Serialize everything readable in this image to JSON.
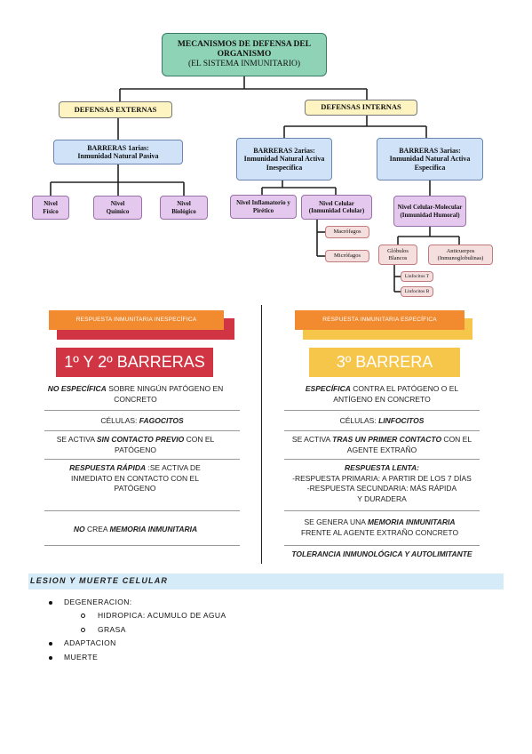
{
  "concept_map": {
    "title_line1": "MECANISMOS DE DEFENSA DEL",
    "title_line2": "ORGANISMO",
    "title_line3": "(EL SISTEMA INMUNITARIO)",
    "external": "DEFENSAS EXTERNAS",
    "internal": "DEFENSAS INTERNAS",
    "barrier1_title": "BARRERAS 1arias:",
    "barrier1_sub": "Inmunidad Natural Pasiva",
    "barrier2_title": "BARRERAS 2arias:",
    "barrier2_sub": "Inmunidad Natural Activa Inespecífica",
    "barrier3_title": "BARRERAS 3arias:",
    "barrier3_sub": "Inmunidad Natural Activa Específica",
    "level_physical": "Nivel Físico",
    "level_chemical": "Nivel Químico",
    "level_biological": "Nivel Biológico",
    "level_inflammatory": "Nivel Inflamatorio y Pirético",
    "level_cellular": "Nivel Celular (Inmunidad Celular)",
    "level_cell_molecular": "Nivel Celular-Molecular (Inmunidad Humoral)",
    "macrophages": "Macrófagos",
    "microphages": "Micrófagos",
    "white_cells": "Glóbulos Blancos",
    "antibodies": "Anticuerpos (Inmunoglobulinas)",
    "t_lymph": "Linfocitos T",
    "b_lymph": "Linfocitos B"
  },
  "comparison": {
    "left_banner": "RESPUESTA INMUNITARIA INESPECÍFICA",
    "right_banner": "RESPUESTA INMUNITARIA ESPECÍFICA",
    "left_big": "1º Y 2º BARRERAS",
    "right_big": "3º BARRERA",
    "left": {
      "r1_bold": "NO ESPECÍFICA",
      "r1_rest": " SOBRE NINGÚN PATÓGENO EN CONCRETO",
      "r2_pre": "CÉLULAS: ",
      "r2_bold": "FAGOCITOS",
      "r3_pre": "SE ACTIVA ",
      "r3_bold": "SIN CONTACTO PREVIO",
      "r3_rest": " CON EL PATÓGENO",
      "r4_bold": "RESPUESTA RÁPIDA",
      "r4_rest": " :SE ACTIVA DE INMEDIATO EN CONTACTO CON EL PATÓGENO",
      "r5_bold1": "NO",
      "r5_mid": " CREA ",
      "r5_bold2": "MEMORIA INMUNITARIA"
    },
    "right": {
      "r1_bold": "ESPECÍFICA",
      "r1_rest": " CONTRA EL PATÓGENO O EL ANTÍGENO EN CONCRETO",
      "r2_pre": "CÉLULAS: ",
      "r2_bold": "LINFOCITOS",
      "r3_pre": "SE ACTIVA ",
      "r3_bold": "TRAS UN PRIMER CONTACTO",
      "r3_rest": " CON EL AGENTE EXTRAÑO",
      "r4_bold": "RESPUESTA LENTA:",
      "r4_l1": "-RESPUESTA PRIMARIA: A PARTIR DE LOS 7 DÍAS",
      "r4_l2": "-RESPUESTA SECUNDARIA: MÁS RÁPIDA Y DURADERA",
      "r5_pre": "SE GENERA UNA ",
      "r5_bold": "MEMORIA INMUNITARIA",
      "r5_rest": " FRENTE AL AGENTE EXTRAÑO  CONCRETO",
      "r6_bold": "TOLERANCIA INMUNOLÓGICA Y AUTOLIMITANTE"
    }
  },
  "section": {
    "heading": "LESION Y MUERTE CELULAR",
    "items": [
      "DEGENERACION:",
      "HIDROPICA: ACUMULO DE AGUA",
      "GRASA",
      "ADAPTACION",
      "MUERTE"
    ]
  },
  "colors": {
    "title_green": "#8fd3b6",
    "yellow_box": "#fdf4c2",
    "blue_box": "#cfe2f8",
    "purple_box": "#e5c8ee",
    "orange_banner": "#f28a30",
    "red": "#d13543",
    "gold": "#f5c64a",
    "section_bg": "#d6ebf8"
  }
}
